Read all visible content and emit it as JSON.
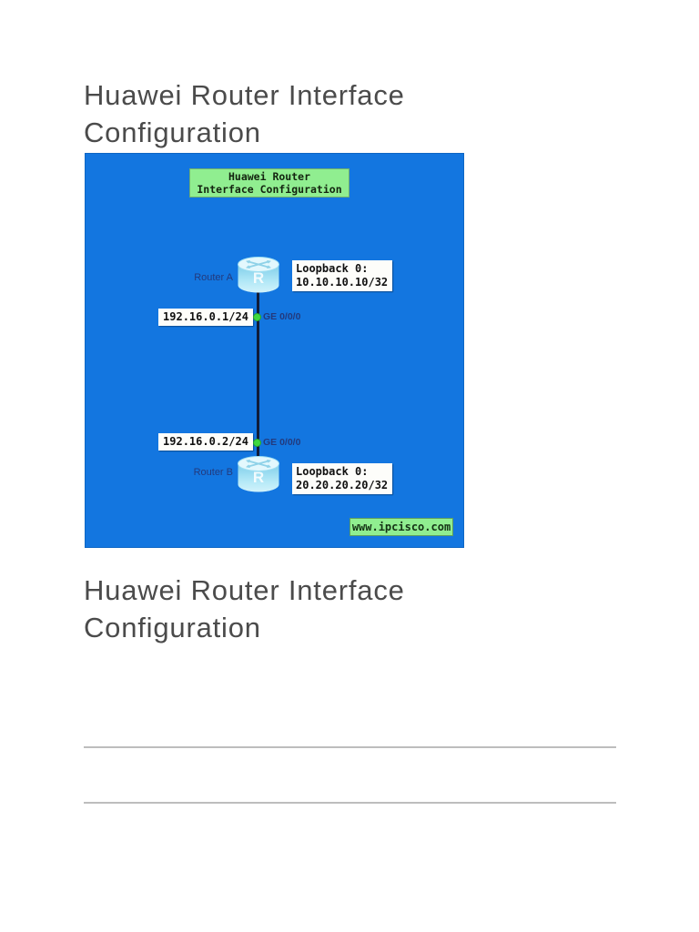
{
  "page": {
    "heading_top": "Huawei Router Interface Configuration",
    "heading_bottom": "Huawei Router Interface Configuration"
  },
  "diagram": {
    "title": {
      "line1": "Huawei Router",
      "line2": "Interface Configuration"
    },
    "router_icon_letter": "R",
    "routers": [
      {
        "name": "Router A",
        "loopback_title": "Loopback 0:",
        "loopback_ip": "10.10.10.10/32",
        "interface": "GE 0/0/0",
        "ip": "192.16.0.1/24"
      },
      {
        "name": "Router B",
        "loopback_title": "Loopback 0:",
        "loopback_ip": "20.20.20.20/32",
        "interface": "GE 0/0/0",
        "ip": "192.16.0.2/24"
      }
    ],
    "watermark": "www.ipcisco.com",
    "colors": {
      "diagram_background": "#1376e0",
      "green_label_box": "#90ee90",
      "link_line": "#101c38",
      "port_dot": "#3fd83f",
      "diagram_label_text": "#233a7d",
      "heading_text": "#4b4b4b"
    }
  }
}
